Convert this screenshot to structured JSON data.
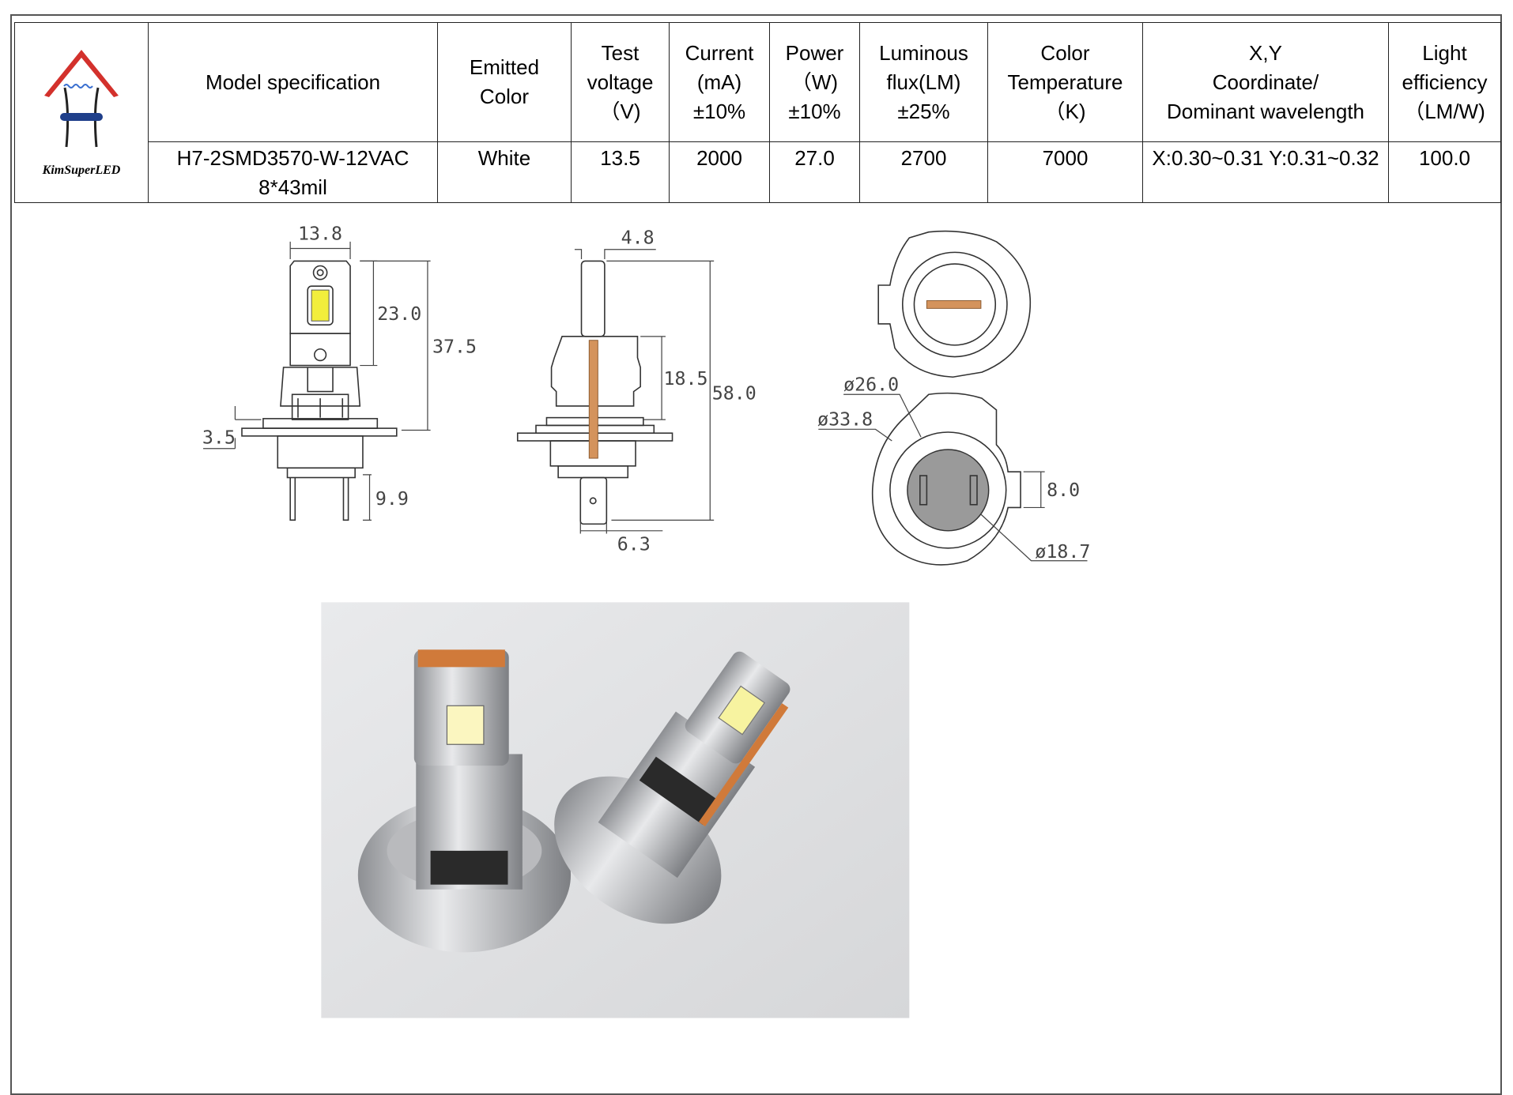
{
  "logo": {
    "brand": "KimSuperLED"
  },
  "table": {
    "headers": {
      "model": "Model specification",
      "emitted": [
        "Emitted",
        "Color"
      ],
      "voltage": [
        "Test",
        "voltage",
        "（V)"
      ],
      "current": [
        "Current",
        "(mA)",
        "±10%"
      ],
      "power": [
        "Power",
        "（W)",
        "±10%"
      ],
      "flux": [
        "Luminous",
        "flux(LM)",
        "±25%"
      ],
      "cct": [
        "Color",
        "Temperature",
        "（K)"
      ],
      "xy": [
        "X,Y",
        "Coordinate/",
        "Dominant wavelength"
      ],
      "efficiency": [
        "Light",
        "efficiency",
        "（LM/W)"
      ]
    },
    "row": {
      "model": [
        "H7-2SMD3570-W-12VAC",
        "8*43mil"
      ],
      "emitted": "White",
      "voltage": "13.5",
      "current": "2000",
      "power": "27.0",
      "flux": "2700",
      "cct": "7000",
      "xy": "X:0.30~0.31 Y:0.31~0.32",
      "efficiency": "100.0"
    }
  },
  "drawings": {
    "front": {
      "width": "13.8",
      "head_height": "23.0",
      "total_height": "37.5",
      "flange": "3.5",
      "pin_length": "9.9"
    },
    "side": {
      "head_width": "4.8",
      "body_height": "18.5",
      "total_length": "58.0",
      "pin_width": "6.3"
    },
    "bottom": {
      "d_inner": "ø26.0",
      "d_outer": "ø33.8",
      "tab": "8.0",
      "d_core": "ø18.7"
    }
  },
  "colors": {
    "copper": "#d4935c",
    "led": "#f2ee3c",
    "logo_red": "#d3312c",
    "logo_blue": "#1f3f8a"
  }
}
